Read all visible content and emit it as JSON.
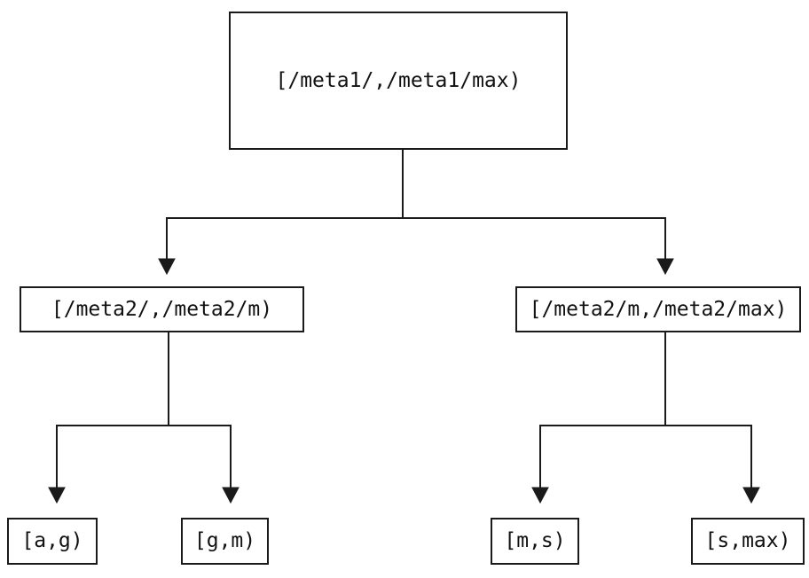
{
  "diagram": {
    "type": "tree",
    "nodes": [
      {
        "id": "root",
        "label": "[/meta1/,/meta1/max)"
      },
      {
        "id": "meta2-left",
        "label": "[/meta2/,/meta2/m)"
      },
      {
        "id": "meta2-right",
        "label": "[/meta2/m,/meta2/max)"
      },
      {
        "id": "leaf-a-g",
        "label": "[a,g)"
      },
      {
        "id": "leaf-g-m",
        "label": "[g,m)"
      },
      {
        "id": "leaf-m-s",
        "label": "[m,s)"
      },
      {
        "id": "leaf-s-max",
        "label": "[s,max)"
      }
    ],
    "edges": [
      {
        "from": "root",
        "to": "meta2-left"
      },
      {
        "from": "root",
        "to": "meta2-right"
      },
      {
        "from": "meta2-left",
        "to": "leaf-a-g"
      },
      {
        "from": "meta2-left",
        "to": "leaf-g-m"
      },
      {
        "from": "meta2-right",
        "to": "leaf-m-s"
      },
      {
        "from": "meta2-right",
        "to": "leaf-s-max"
      }
    ],
    "colors": {
      "line": "#1a1a1a",
      "node_fill": "#ffffff",
      "text": "#111111",
      "background": "#ffffff"
    }
  }
}
